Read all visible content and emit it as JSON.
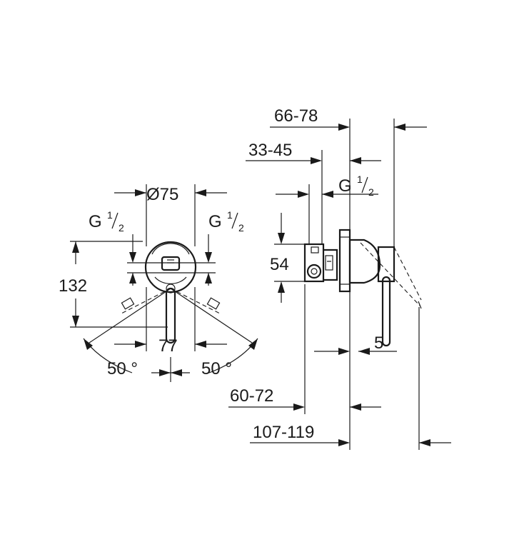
{
  "front_view": {
    "diameter": "Ø75",
    "thread_left": {
      "letter": "G",
      "numerator": "1",
      "denominator": "2"
    },
    "thread_right": {
      "letter": "G",
      "numerator": "1",
      "denominator": "2"
    },
    "height": "132",
    "spacing": "77",
    "angle_left": "50 °",
    "angle_right": "50 °"
  },
  "side_view": {
    "depth_range_1": "66-78",
    "depth_range_2": "33-45",
    "thread": {
      "letter": "G",
      "numerator": "1",
      "denominator": "2"
    },
    "body_height": "54",
    "plate_offset": "5",
    "install_range": "60-72",
    "total_depth": "107-119"
  }
}
